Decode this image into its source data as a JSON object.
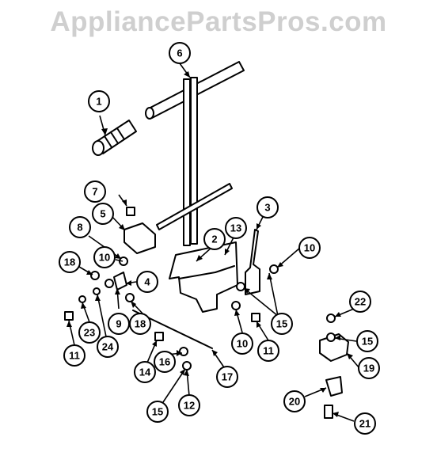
{
  "watermark": "AppliancePartsPros.com",
  "callouts": [
    {
      "n": "1"
    },
    {
      "n": "2"
    },
    {
      "n": "3"
    },
    {
      "n": "4"
    },
    {
      "n": "5"
    },
    {
      "n": "6"
    },
    {
      "n": "7"
    },
    {
      "n": "8"
    },
    {
      "n": "9"
    },
    {
      "n": "10"
    },
    {
      "n": "10"
    },
    {
      "n": "10"
    },
    {
      "n": "11"
    },
    {
      "n": "11"
    },
    {
      "n": "12"
    },
    {
      "n": "13"
    },
    {
      "n": "14"
    },
    {
      "n": "15"
    },
    {
      "n": "15"
    },
    {
      "n": "15"
    },
    {
      "n": "16"
    },
    {
      "n": "17"
    },
    {
      "n": "18"
    },
    {
      "n": "18"
    },
    {
      "n": "19"
    },
    {
      "n": "20"
    },
    {
      "n": "21"
    },
    {
      "n": "22"
    },
    {
      "n": "23"
    },
    {
      "n": "24"
    }
  ]
}
